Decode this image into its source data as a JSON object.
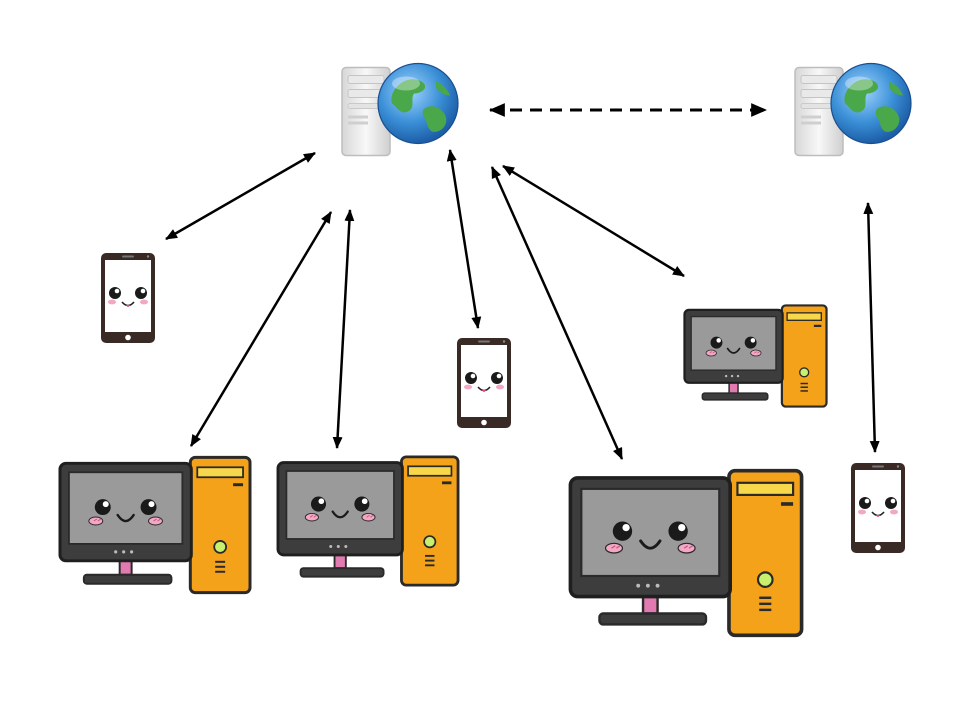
{
  "diagram": {
    "kind": "network-topology",
    "nodes": [
      {
        "id": "server-left",
        "type": "server",
        "icon": "server-globe-icon"
      },
      {
        "id": "server-right",
        "type": "server",
        "icon": "server-globe-icon"
      },
      {
        "id": "phone-left",
        "type": "smartphone",
        "icon": "kawaii-phone-icon"
      },
      {
        "id": "phone-center",
        "type": "smartphone",
        "icon": "kawaii-phone-icon"
      },
      {
        "id": "phone-right",
        "type": "smartphone",
        "icon": "kawaii-phone-icon"
      },
      {
        "id": "pc-bottom-left",
        "type": "desktop",
        "icon": "kawaii-desktop-icon"
      },
      {
        "id": "pc-bottom-middle",
        "type": "desktop",
        "icon": "kawaii-desktop-icon"
      },
      {
        "id": "pc-bottom-right",
        "type": "desktop",
        "icon": "kawaii-desktop-icon"
      },
      {
        "id": "pc-top-right",
        "type": "desktop",
        "icon": "kawaii-desktop-icon"
      }
    ],
    "edges": [
      {
        "from": "server-left",
        "to": "server-right",
        "style": "dashed",
        "direction": "both"
      },
      {
        "from": "server-left",
        "to": "phone-left",
        "style": "solid",
        "direction": "both"
      },
      {
        "from": "server-left",
        "to": "pc-bottom-left",
        "style": "solid",
        "direction": "both"
      },
      {
        "from": "server-left",
        "to": "pc-bottom-middle",
        "style": "solid",
        "direction": "both"
      },
      {
        "from": "server-left",
        "to": "phone-center",
        "style": "solid",
        "direction": "both"
      },
      {
        "from": "server-left",
        "to": "pc-bottom-right",
        "style": "solid",
        "direction": "both"
      },
      {
        "from": "server-left",
        "to": "pc-top-right",
        "style": "solid",
        "direction": "both"
      },
      {
        "from": "server-right",
        "to": "phone-right",
        "style": "solid",
        "direction": "both"
      }
    ]
  },
  "colors": {
    "arrow": "#000000",
    "tower-orange": "#f5a21b",
    "tower-stripe": "#f7d84a",
    "monitor-bezel": "#3d3d3d",
    "screen-gray": "#9a9a9a",
    "stand-pink": "#e07ab0",
    "blush": "#f3a7c4",
    "globe-blue": "#3a8fd6",
    "globe-green": "#4aa84a",
    "server-gray": "#e8e8e8"
  }
}
